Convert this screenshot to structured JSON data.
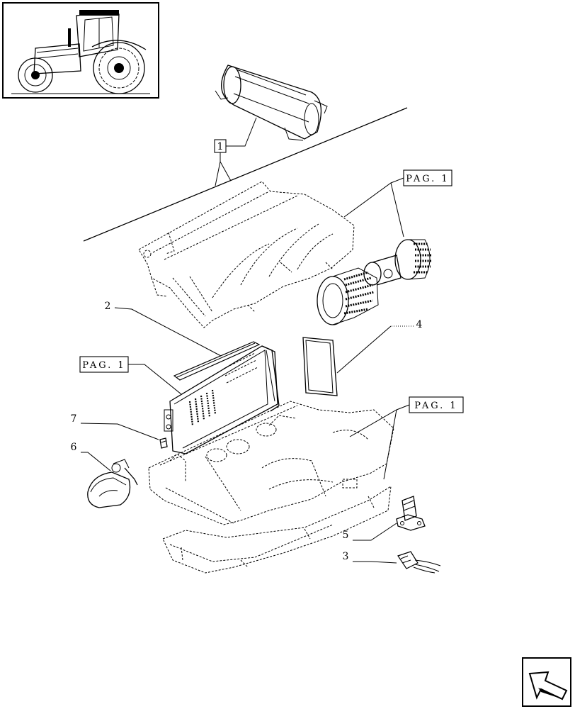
{
  "callouts": {
    "c1": "1",
    "c2": "2",
    "c3": "3",
    "c4": "4",
    "c5": "5",
    "c6": "6",
    "c7": "7"
  },
  "references": {
    "ref_fan": "PAG. 1",
    "ref_heater": "PAG. 1",
    "ref_base": "PAG. 1"
  },
  "icons": {
    "thumbnail": "tractor-thumbnail-icon",
    "navigation": "next-page-arrow-icon"
  }
}
